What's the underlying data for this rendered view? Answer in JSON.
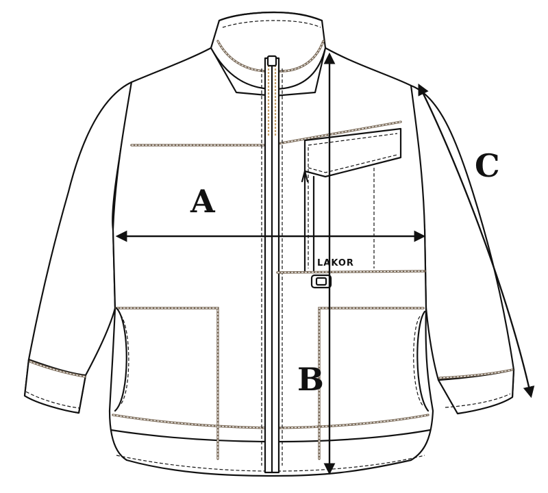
{
  "diagram": {
    "brand_text": "LAKOR",
    "measurements": [
      {
        "id": "A",
        "label": "A"
      },
      {
        "id": "B",
        "label": "B"
      },
      {
        "id": "C",
        "label": "C"
      }
    ],
    "colors": {
      "outline": "#111111",
      "seam": "#7a6a58",
      "zipper_tape": "#c7a06a",
      "background": "#ffffff"
    }
  }
}
